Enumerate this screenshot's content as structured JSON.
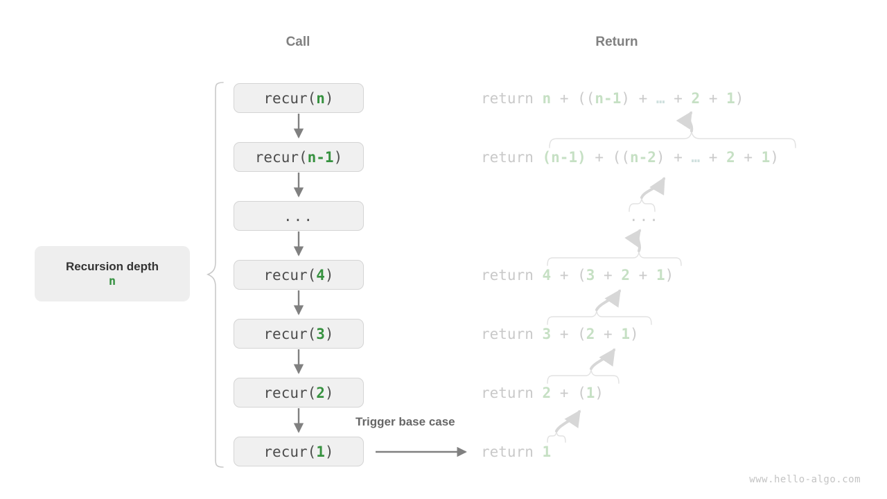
{
  "headers": {
    "call": "Call",
    "return": "Return"
  },
  "depth_label": {
    "title": "Recursion depth",
    "value": "n"
  },
  "call_stack": [
    {
      "name": "recur-n",
      "prefix": "recur(",
      "arg": "n",
      "suffix": ")",
      "dots": false
    },
    {
      "name": "recur-n-1",
      "prefix": "recur(",
      "arg": "n-1",
      "suffix": ")",
      "dots": false
    },
    {
      "name": "ellipsis",
      "prefix": "",
      "arg": "",
      "suffix": "",
      "dots": true,
      "text": "..."
    },
    {
      "name": "recur-4",
      "prefix": "recur(",
      "arg": "4",
      "suffix": ")",
      "dots": false
    },
    {
      "name": "recur-3",
      "prefix": "recur(",
      "arg": "3",
      "suffix": ")",
      "dots": false
    },
    {
      "name": "recur-2",
      "prefix": "recur(",
      "arg": "2",
      "suffix": ")",
      "dots": false
    },
    {
      "name": "recur-1",
      "prefix": "recur(",
      "arg": "1",
      "suffix": ")",
      "dots": false
    }
  ],
  "returns": [
    {
      "name": "return-n",
      "keyword": "return ",
      "text": "n + ((n-1) + … + 2 + 1)",
      "dots": false
    },
    {
      "name": "return-n-1",
      "keyword": "return ",
      "text": "(n-1) + ((n-2) + … + 2 + 1)",
      "dots": false
    },
    {
      "name": "return-ellipsis",
      "keyword": "",
      "text": "...",
      "dots": true
    },
    {
      "name": "return-4",
      "keyword": "return ",
      "text": "4 + (3 + 2 + 1)",
      "dots": false
    },
    {
      "name": "return-3",
      "keyword": "return ",
      "text": "3 + (2 + 1)",
      "dots": false
    },
    {
      "name": "return-2",
      "keyword": "return ",
      "text": "2 + (1)",
      "dots": false
    },
    {
      "name": "return-1",
      "keyword": "return ",
      "text": "1",
      "dots": false
    }
  ],
  "trigger": {
    "label": "Trigger base case"
  },
  "watermark": {
    "text": "www.hello-algo.com"
  },
  "colors": {
    "accent_green": "#36913f",
    "faded_green": "#c6e0c4",
    "box_fill": "#f0f0f0",
    "box_border": "#d4d4d4",
    "arrow_gray": "#808080",
    "faded_gray": "#cacaca",
    "heading_gray": "#808080"
  }
}
